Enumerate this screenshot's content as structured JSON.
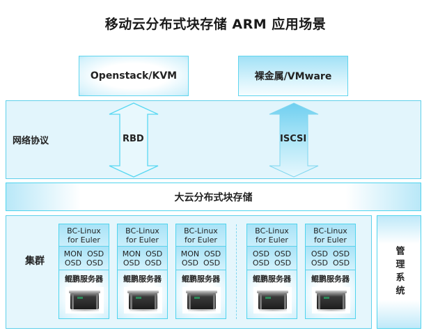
{
  "title": "移动云分布式块存储 ARM 应用场景",
  "clients": [
    {
      "label": "Openstack/KVM"
    },
    {
      "label": "裸金属/VMware"
    }
  ],
  "protocol_layer": {
    "label": "网络协议",
    "arrows": [
      {
        "label": "RBD",
        "style": "outline"
      },
      {
        "label": "ISCSI",
        "style": "filled"
      }
    ]
  },
  "storage_layer": {
    "label": "大云分布式块存储"
  },
  "cluster": {
    "label": "集群",
    "nodes": [
      {
        "os_line1": "BC-Linux",
        "os_line2": "for Euler",
        "svc_line1": "MON  OSD",
        "svc_line2": "OSD  OSD",
        "hardware": "鲲鹏服务器"
      },
      {
        "os_line1": "BC-Linux",
        "os_line2": "for Euler",
        "svc_line1": "MON  OSD",
        "svc_line2": "OSD  OSD",
        "hardware": "鲲鹏服务器"
      },
      {
        "os_line1": "BC-Linux",
        "os_line2": "for Euler",
        "svc_line1": "MON  OSD",
        "svc_line2": "OSD  OSD",
        "hardware": "鲲鹏服务器"
      },
      {
        "os_line1": "BC-Linux",
        "os_line2": "for Euler",
        "svc_line1": "OSD  OSD",
        "svc_line2": "OSD  OSD",
        "hardware": "鲲鹏服务器"
      },
      {
        "os_line1": "BC-Linux",
        "os_line2": "for Euler",
        "svc_line1": "OSD  OSD",
        "svc_line2": "OSD  OSD",
        "hardware": "鲲鹏服务器"
      }
    ]
  },
  "management": {
    "label": "管理系统"
  },
  "colors": {
    "border": "#5fd0ea",
    "layer_fill": "#e2f5fc",
    "accent_blue": "#a2e1f6"
  }
}
